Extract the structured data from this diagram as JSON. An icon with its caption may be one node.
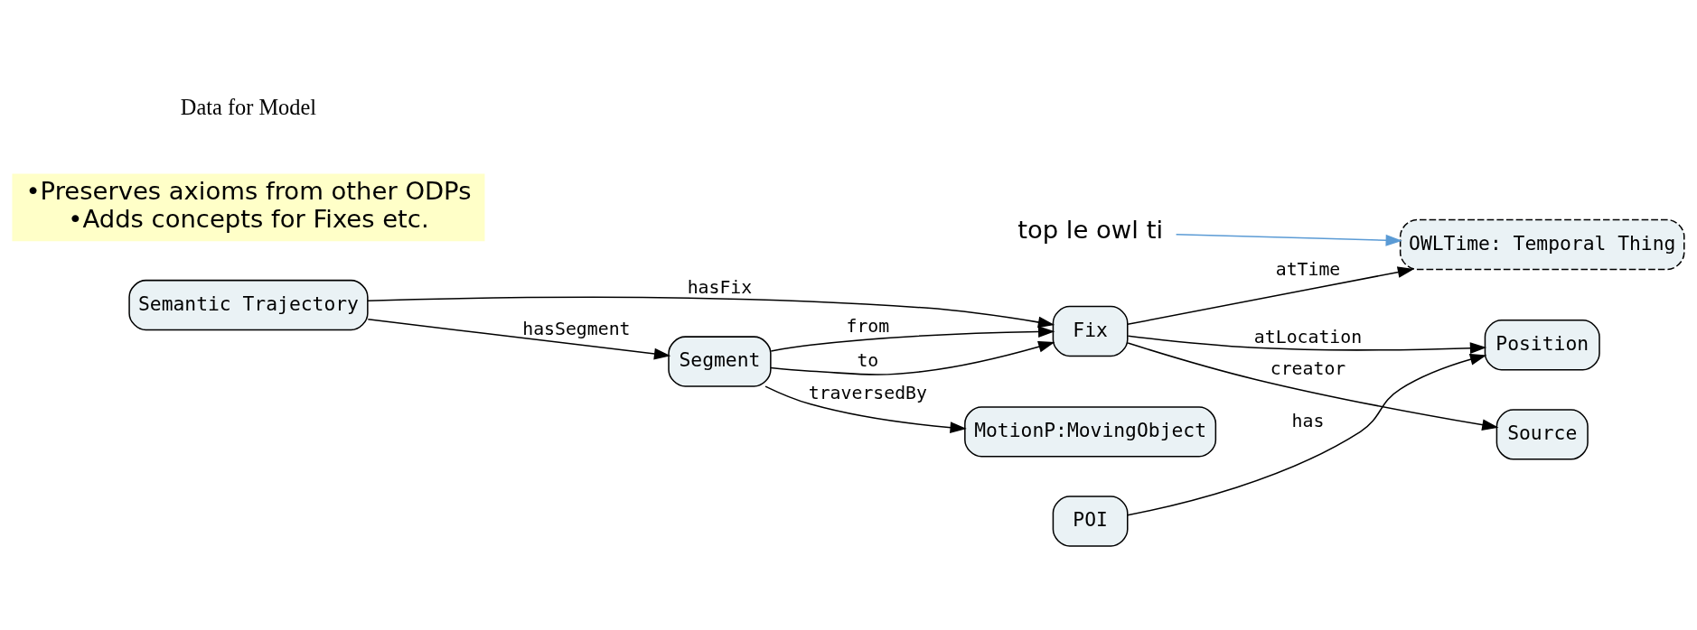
{
  "diagram": {
    "nodes": [
      {
        "text": [
          "Source"
        ]
      },
      {
        "text": [
          "OWLTime: Temporal Thing"
        ]
      },
      {
        "text": [
          "top le owl ti"
        ]
      },
      {
        "text": [
          "Fix"
        ]
      },
      {
        "text": [
          "Position"
        ]
      },
      {
        "text": [
          "Semantic Trajectory"
        ]
      },
      {
        "text": [
          "Segment"
        ]
      },
      {
        "text": [
          "POI"
        ]
      },
      {
        "text": [
          "MotionP:MovingObject"
        ]
      },
      {
        "text": [
          "•Preserves axioms from other ODPs",
          "•Adds concepts for Fixes etc."
        ]
      }
    ],
    "edges": [
      {
        "from": 3,
        "to": 0,
        "arrow": "to",
        "label": "creator"
      },
      {
        "from": 3,
        "to": 1,
        "arrow": "to",
        "label": "atTime"
      },
      {
        "from": 2,
        "to": 1,
        "arrow": "to",
        "color": "#5b9bd5"
      },
      {
        "from": 3,
        "to": 4,
        "arrow": "to",
        "label": "atLocation"
      },
      {
        "from": 5,
        "to": 3,
        "arrow": "to",
        "label": "hasFix"
      },
      {
        "from": 6,
        "to": 3,
        "arrow": "to",
        "label": "from"
      },
      {
        "from": 6,
        "to": 3,
        "arrow": "to",
        "label": "to"
      },
      {
        "from": 7,
        "to": 4,
        "arrow": "to",
        "label": "has"
      },
      {
        "from": 5,
        "to": 6,
        "arrow": "to",
        "label": "hasSegment"
      },
      {
        "from": 6,
        "to": 8,
        "arrow": "to",
        "label": "traversedBy"
      }
    ],
    "labels": [
      "Data for Model"
    ]
  }
}
